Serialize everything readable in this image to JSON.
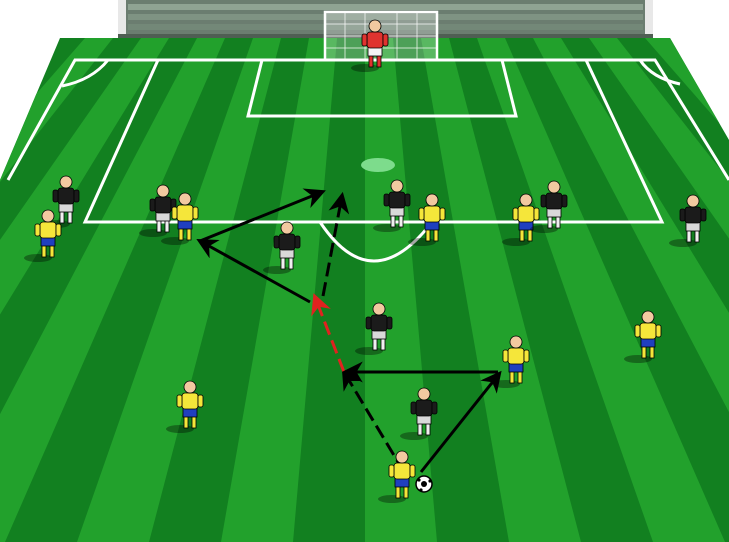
{
  "diagram": {
    "colors": {
      "background": "#ffffff",
      "grass_dark": "#0f7a18",
      "grass_light": "#22a12c",
      "lines": "#ffffff",
      "stands": "#5a6b5f",
      "team_a_shirt": "#f5e63a",
      "team_a_shorts": "#1f3fbf",
      "team_b_shirt": "#1b1b1b",
      "team_b_shorts": "#d9d9d9",
      "goalkeeper_shirt": "#e0332f",
      "pass_arrow": "#000000",
      "run_arrow": "#e0221f",
      "target_marker": "#7ddc8c"
    },
    "players": [
      {
        "team": "goalkeeper",
        "role": "goalkeeper"
      },
      {
        "team": "team-b",
        "role": "defender"
      },
      {
        "team": "team-a",
        "role": "attacker"
      },
      {
        "team": "team-b",
        "role": "defender"
      },
      {
        "team": "team-a",
        "role": "attacker"
      },
      {
        "team": "team-b",
        "role": "defender"
      },
      {
        "team": "team-b",
        "role": "defender"
      },
      {
        "team": "team-a",
        "role": "attacker"
      },
      {
        "team": "team-a",
        "role": "attacker"
      },
      {
        "team": "team-b",
        "role": "defender"
      },
      {
        "team": "team-b",
        "role": "defender"
      },
      {
        "team": "team-b",
        "role": "defender"
      },
      {
        "team": "team-a",
        "role": "attacker"
      },
      {
        "team": "team-a",
        "role": "attacker"
      },
      {
        "team": "team-b",
        "role": "defender"
      },
      {
        "team": "team-a",
        "role": "attacker"
      },
      {
        "team": "team-a",
        "role": "attacker-with-ball"
      }
    ],
    "movements": [
      {
        "kind": "pass",
        "style": "solid",
        "label": "pass-to-right-winger"
      },
      {
        "kind": "pass",
        "style": "solid",
        "label": "pass-back-to-center"
      },
      {
        "kind": "pass",
        "style": "dashed",
        "label": "pass-from-ball-carrier"
      },
      {
        "kind": "run",
        "style": "dashed",
        "label": "forward-run"
      },
      {
        "kind": "pass",
        "style": "solid",
        "label": "lay-off-to-left"
      },
      {
        "kind": "pass",
        "style": "solid",
        "label": "switch-into-box"
      },
      {
        "kind": "pass",
        "style": "dashed",
        "label": "through-ball-to-box"
      }
    ],
    "icons": {
      "ball": "soccer-ball-icon",
      "goal": "goal-icon",
      "target": "target-zone-icon"
    }
  }
}
